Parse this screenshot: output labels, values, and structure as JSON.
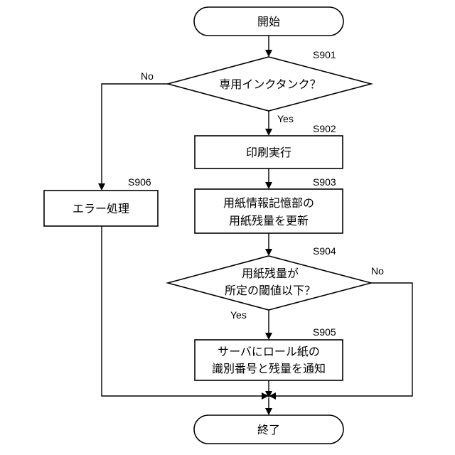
{
  "nodes": {
    "start": {
      "text": "開始"
    },
    "d901": {
      "step": "S901",
      "lines": [
        "専用インクタンク？"
      ]
    },
    "p902": {
      "step": "S902",
      "lines": [
        "印刷実行"
      ]
    },
    "p903": {
      "step": "S903",
      "lines": [
        "用紙情報記憶部の",
        "用紙残量を更新"
      ]
    },
    "d904": {
      "step": "S904",
      "lines": [
        "用紙残量が",
        "所定の閾値以下？"
      ]
    },
    "p905": {
      "step": "S905",
      "lines": [
        "サーバにロール紙の",
        "識別番号と残量を通知"
      ]
    },
    "p906": {
      "step": "S906",
      "lines": [
        "エラー処理"
      ]
    },
    "end": {
      "text": "終了"
    }
  },
  "branch_labels": {
    "d901_yes": "Yes",
    "d901_no": "No",
    "d904_yes": "Yes",
    "d904_no": "No"
  }
}
